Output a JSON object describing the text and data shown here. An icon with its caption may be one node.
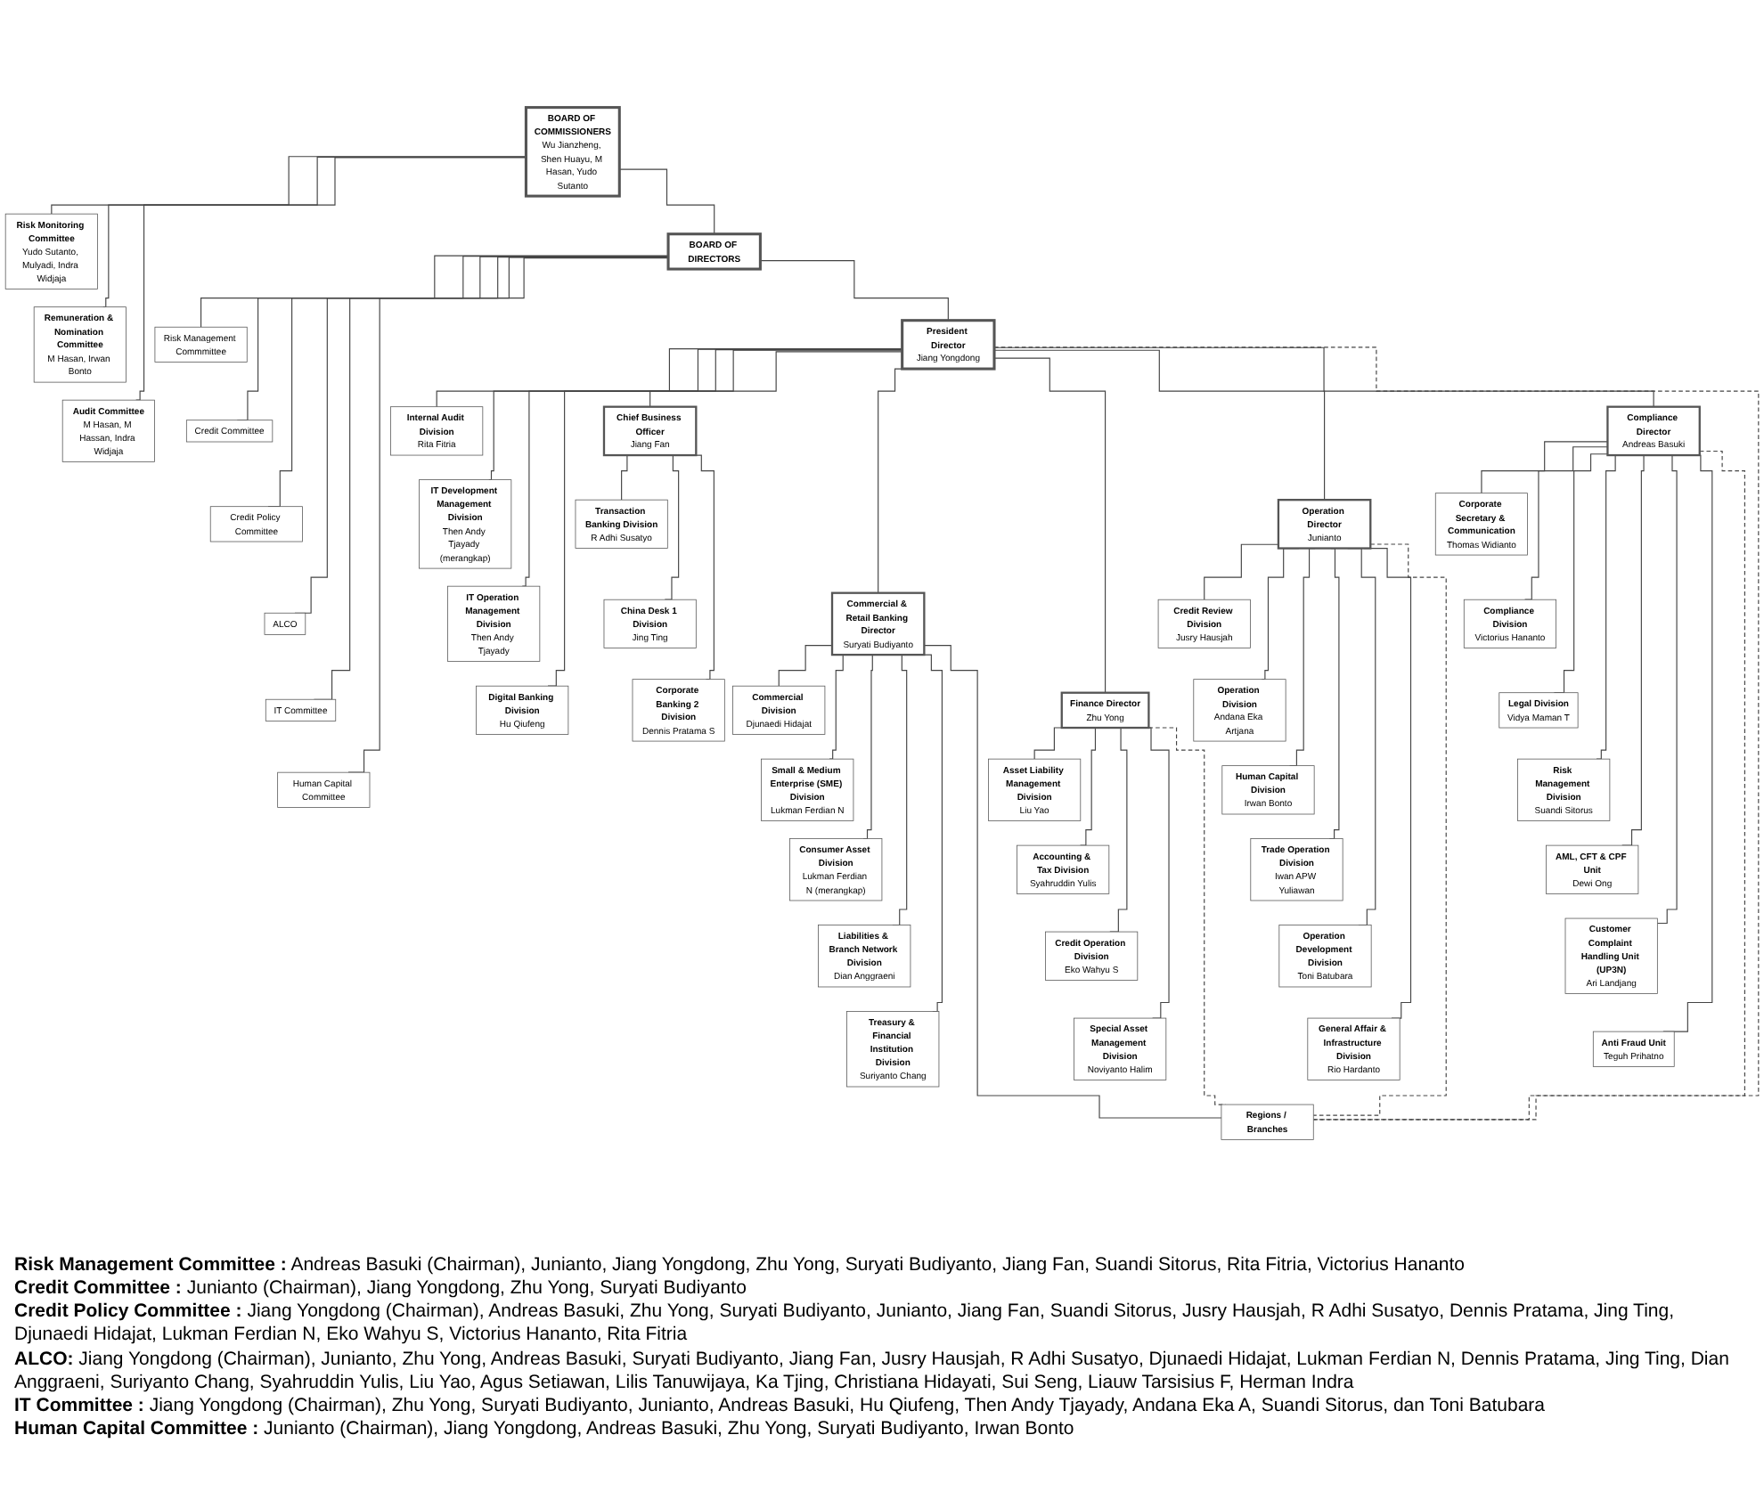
{
  "diagram": {
    "nodes": [
      {
        "text": [
          "BOARD OF COMMISSIONERS",
          "Wu Jianzheng, Shen Huayu, M Hasan, Yudo Sutanto"
        ]
      },
      {
        "text": [
          "Risk Monitoring Committee",
          "Yudo Sutanto, Mulyadi, Indra Widjaja"
        ]
      },
      {
        "text": [
          "Remuneration & Nomination Committee",
          "M Hasan, Irwan Bonto"
        ]
      },
      {
        "text": [
          "Audit Committee",
          "M Hasan, M Hassan, Indra Widjaja"
        ]
      },
      {
        "text": [
          "BOARD OF DIRECTORS"
        ]
      },
      {
        "text": [
          "Risk Management Commmittee"
        ]
      },
      {
        "text": [
          "Credit Committee"
        ]
      },
      {
        "text": [
          "Credit Policy Committee"
        ]
      },
      {
        "text": [
          "ALCO"
        ]
      },
      {
        "text": [
          "IT Committee"
        ]
      },
      {
        "text": [
          "Human Capital Committee"
        ]
      },
      {
        "text": [
          "President Director",
          "Jiang Yongdong"
        ]
      },
      {
        "text": [
          "Commercial & Retail Banking Director",
          "Suryati Budiyanto"
        ]
      },
      {
        "text": [
          "Finance Director",
          "Zhu Yong"
        ]
      },
      {
        "text": [
          "Operation Director",
          "Junianto"
        ]
      },
      {
        "text": [
          "Compliance Director",
          "Andreas Basuki"
        ]
      },
      {
        "text": [
          "Chief Business Officer",
          "Jiang Fan"
        ]
      },
      {
        "text": [
          "Internal Audit Division",
          "Rita Fitria"
        ]
      },
      {
        "text": [
          "IT Development Management Division",
          "Then Andy Tjayady (merangkap)"
        ]
      },
      {
        "text": [
          "IT Operation Management Division",
          "Then Andy Tjayady"
        ]
      },
      {
        "text": [
          "Digital Banking Division",
          "Hu Qiufeng"
        ]
      },
      {
        "text": [
          "Transaction Banking Division",
          "R Adhi Susatyo"
        ]
      },
      {
        "text": [
          "China Desk 1 Division",
          "Jing Ting"
        ]
      },
      {
        "text": [
          "Corporate Banking 2 Division",
          "Dennis Pratama S"
        ]
      },
      {
        "text": [
          "Commercial Division",
          "Djunaedi Hidajat"
        ]
      },
      {
        "text": [
          "Small & Medium Enterprise (SME) Division",
          "Lukman Ferdian N"
        ]
      },
      {
        "text": [
          "Consumer Asset Division",
          "Lukman Ferdian N (merangkap)"
        ]
      },
      {
        "text": [
          "Liabilities & Branch Network Division",
          "Dian Anggraeni"
        ]
      },
      {
        "text": [
          "Treasury & Financial Institution Division",
          "Suriyanto Chang"
        ]
      },
      {
        "text": [
          "Asset Liability Management Division",
          "Liu Yao"
        ]
      },
      {
        "text": [
          "Accounting & Tax Division",
          "Syahruddin Yulis"
        ]
      },
      {
        "text": [
          "Credit Operation Division",
          "Eko Wahyu S"
        ]
      },
      {
        "text": [
          "Special Asset Management Division",
          "Noviyanto Halim"
        ]
      },
      {
        "text": [
          "Credit Review Division",
          "Jusry Hausjah"
        ]
      },
      {
        "text": [
          "Operation Division",
          "Andana Eka Artjana"
        ]
      },
      {
        "text": [
          "Human Capital Division",
          "Irwan Bonto"
        ]
      },
      {
        "text": [
          "Trade Operation Division",
          "Iwan APW Yuliawan"
        ]
      },
      {
        "text": [
          "Operation Development Division",
          "Toni Batubara"
        ]
      },
      {
        "text": [
          "General Affair & Infrastructure Division",
          "Rio Hardanto"
        ]
      },
      {
        "text": [
          "Corporate Secretary & Communication",
          "Thomas Widianto"
        ]
      },
      {
        "text": [
          "Compliance Division",
          "Victorius Hananto"
        ]
      },
      {
        "text": [
          "Legal Division",
          "Vidya Maman T"
        ]
      },
      {
        "text": [
          "Risk Management Division",
          "Suandi Sitorus"
        ]
      },
      {
        "text": [
          "AML, CFT & CPF Unit",
          "Dewi Ong"
        ]
      },
      {
        "text": [
          "Customer Complaint Handling Unit (UP3N)",
          "Ari Landjang"
        ]
      },
      {
        "text": [
          "Anti Fraud Unit",
          "Teguh Prihatno"
        ]
      },
      {
        "text": [
          "Regions / Branches"
        ]
      }
    ],
    "edges": [
      {
        "from": 0,
        "to": 1,
        "arrow": "none"
      },
      {
        "from": 0,
        "to": 2,
        "arrow": "none"
      },
      {
        "from": 0,
        "to": 3,
        "arrow": "none"
      },
      {
        "from": 0,
        "to": 4,
        "arrow": "none"
      },
      {
        "from": 4,
        "to": 5,
        "arrow": "none"
      },
      {
        "from": 4,
        "to": 6,
        "arrow": "none"
      },
      {
        "from": 4,
        "to": 7,
        "arrow": "none"
      },
      {
        "from": 4,
        "to": 8,
        "arrow": "none"
      },
      {
        "from": 4,
        "to": 9,
        "arrow": "none"
      },
      {
        "from": 4,
        "to": 10,
        "arrow": "none"
      },
      {
        "from": 4,
        "to": 11,
        "arrow": "none"
      },
      {
        "from": 11,
        "to": 17,
        "arrow": "none"
      },
      {
        "from": 11,
        "to": 18,
        "arrow": "none"
      },
      {
        "from": 11,
        "to": 19,
        "arrow": "none"
      },
      {
        "from": 11,
        "to": 20,
        "arrow": "none"
      },
      {
        "from": 11,
        "to": 16,
        "arrow": "none"
      },
      {
        "from": 11,
        "to": 12,
        "arrow": "none"
      },
      {
        "from": 11,
        "to": 13,
        "arrow": "none"
      },
      {
        "from": 11,
        "to": 14,
        "arrow": "none"
      },
      {
        "from": 11,
        "to": 15,
        "arrow": "none"
      },
      {
        "from": 16,
        "to": 21,
        "arrow": "none"
      },
      {
        "from": 16,
        "to": 22,
        "arrow": "none"
      },
      {
        "from": 16,
        "to": 23,
        "arrow": "none"
      },
      {
        "from": 12,
        "to": 24,
        "arrow": "none"
      },
      {
        "from": 12,
        "to": 25,
        "arrow": "none"
      },
      {
        "from": 12,
        "to": 26,
        "arrow": "none"
      },
      {
        "from": 12,
        "to": 27,
        "arrow": "none"
      },
      {
        "from": 12,
        "to": 28,
        "arrow": "none"
      },
      {
        "from": 12,
        "to": 46,
        "arrow": "none"
      },
      {
        "from": 13,
        "to": 29,
        "arrow": "none"
      },
      {
        "from": 13,
        "to": 30,
        "arrow": "none"
      },
      {
        "from": 13,
        "to": 31,
        "arrow": "none"
      },
      {
        "from": 13,
        "to": 32,
        "arrow": "none"
      },
      {
        "from": 14,
        "to": 33,
        "arrow": "none"
      },
      {
        "from": 14,
        "to": 34,
        "arrow": "none"
      },
      {
        "from": 14,
        "to": 35,
        "arrow": "none"
      },
      {
        "from": 14,
        "to": 36,
        "arrow": "none"
      },
      {
        "from": 14,
        "to": 37,
        "arrow": "none"
      },
      {
        "from": 14,
        "to": 38,
        "arrow": "none"
      },
      {
        "from": 15,
        "to": 39,
        "arrow": "none"
      },
      {
        "from": 15,
        "to": 40,
        "arrow": "none"
      },
      {
        "from": 15,
        "to": 41,
        "arrow": "none"
      },
      {
        "from": 15,
        "to": 42,
        "arrow": "none"
      },
      {
        "from": 15,
        "to": 43,
        "arrow": "none"
      },
      {
        "from": 15,
        "to": 44,
        "arrow": "none"
      },
      {
        "from": 15,
        "to": 45,
        "arrow": "none"
      },
      {
        "from": 11,
        "to": 46,
        "arrow": "none",
        "style": "dashed"
      },
      {
        "from": 13,
        "to": 46,
        "arrow": "none",
        "style": "dashed"
      },
      {
        "from": 14,
        "to": 46,
        "arrow": "none",
        "style": "dashed"
      },
      {
        "from": 15,
        "to": 46,
        "arrow": "none",
        "style": "dashed"
      }
    ],
    "labels": [
      "**Risk Management Committee :** Andreas Basuki (Chairman), Junianto, Jiang Yongdong, Zhu Yong, Suryati Budiyanto, Jiang Fan, Suandi Sitorus, Rita Fitria, Victorius Hananto",
      "**Credit Committee :** Junianto (Chairman), Jiang Yongdong, Zhu Yong, Suryati Budiyanto",
      "**Credit Policy Committee :** Jiang Yongdong (Chairman), Andreas Basuki, Zhu Yong, Suryati Budiyanto, Junianto, Jiang Fan, Suandi Sitorus, Jusry Hausjah, R Adhi Susatyo, Dennis Pratama, Jing Ting, Djunaedi Hidajat, Lukman Ferdian N, Eko Wahyu S, Victorius Hananto, Rita Fitria",
      "**ALCO:** Jiang Yongdong (Chairman), Junianto, Zhu Yong, Andreas Basuki, Suryati Budiyanto, Jiang Fan, Jusry Hausjah, R Adhi Susatyo, Djunaedi Hidajat, Lukman Ferdian N, Dennis Pratama, Jing Ting, Dian Anggraeni, Suriyanto Chang, Syahruddin Yulis, Liu Yao, Agus Setiawan, Lilis Tanuwijaya, Ka Tjing, Christiana Hidayati, Sui Seng, Liauw Tarsisius F, Herman Indra",
      "**IT Committee :** Jiang Yongdong (Chairman), Zhu Yong, Suryati Budiyanto, Junianto, Andreas Basuki, Hu Qiufeng, Then Andy Tjayady, Andana Eka A, Suandi Sitorus, dan Toni Batubara",
      "**Human Capital Committee :** Junianto (Chairman), Jiang Yongdong, Andreas Basuki, Zhu Yong, Suryati Budiyanto, Irwan Bonto"
    ]
  }
}
